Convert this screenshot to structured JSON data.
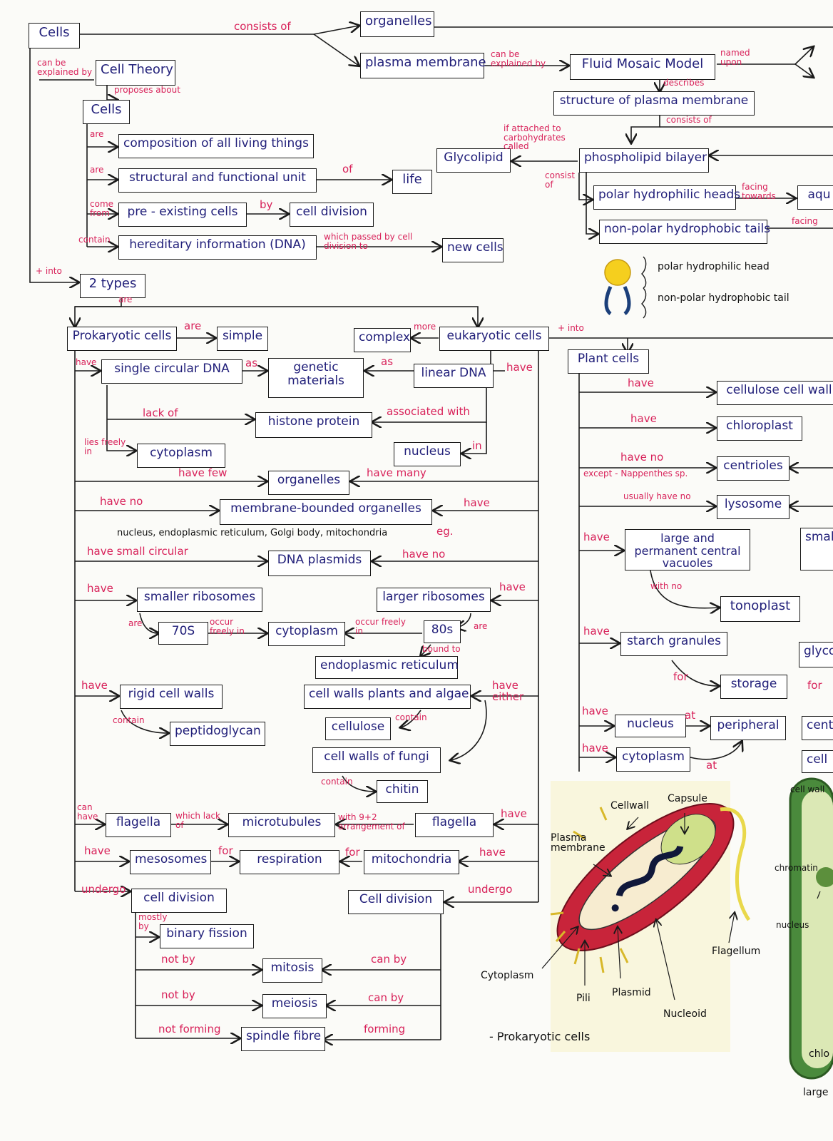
{
  "nodes": {
    "cells": "Cells",
    "organelles_top": "organelles",
    "plasma_membrane": "plasma membrane",
    "fluid_mosaic": "Fluid Mosaic Model",
    "structure_pm": "structure of plasma membrane",
    "cell_theory": "Cell Theory",
    "cells2": "Cells",
    "composition": "composition of all living things",
    "structural": "structural and functional unit",
    "life": "life",
    "preexisting": "pre - existing cells",
    "cell_division_top": "cell division",
    "hereditary": "hereditary information (DNA)",
    "new_cells": "new cells",
    "glycolipid": "Glycolipid",
    "phospholipid": "phospholipid bilayer",
    "polar_heads": "polar hydrophilic heads",
    "nonpolar_tails": "non-polar hydrophobic tails",
    "aqu": "aqu",
    "two_types": "2 types",
    "prokaryotic": "Prokaryotic cells",
    "simple": "simple",
    "complex": "complex",
    "eukaryotic": "eukaryotic cells",
    "single_dna": "single circular DNA",
    "genetic": "genetic materials",
    "linear_dna": "linear DNA",
    "histone": "histone protein",
    "cytoplasm1": "cytoplasm",
    "nucleus1": "nucleus",
    "organelles2": "organelles",
    "membrane_bounded": "membrane-bounded organelles",
    "dna_plasmids": "DNA plasmids",
    "smaller_ribo": "smaller ribosomes",
    "larger_ribo": "larger ribosomes",
    "s70": "70S",
    "cytoplasm2": "cytoplasm",
    "s80": "80s",
    "er": "endoplasmic reticulum",
    "rigid_walls": "rigid cell walls",
    "peptidoglycan": "peptidoglycan",
    "cw_plants": "cell walls plants and algae",
    "cellulose": "cellulose",
    "cw_fungi": "cell walls of fungi",
    "chitin": "chitin",
    "flagella1": "flagella",
    "microtubules": "microtubules",
    "flagella2": "flagella",
    "mesosomes": "mesosomes",
    "respiration": "respiration",
    "mitochondria": "mitochondria",
    "cell_div_p": "cell division",
    "cell_div_e": "Cell division",
    "binary": "binary fission",
    "mitosis": "mitosis",
    "meiosis": "meiosis",
    "spindle": "spindle fibre",
    "plant_cells": "Plant cells",
    "cellulose_wall": "cellulose cell wall",
    "chloroplast": "chloroplast",
    "centrioles": "centrioles",
    "lysosome": "lysosome",
    "vacuoles": "large and permanent central vacuoles",
    "tonoplast": "tonoplast",
    "starch": "starch granules",
    "storage": "storage",
    "nucleus2": "nucleus",
    "peripheral": "peripheral",
    "cytoplasm3": "cytoplasm",
    "cut_small": "smal",
    "cut_glyco": "glyco",
    "cut_centr": "centr",
    "cut_cell": "cell"
  },
  "labels": {
    "consists_of": "consists of",
    "can_be_explained_by": "can be explained by",
    "can_be_explained_by2": "can be explained by",
    "named_upon": "named upon",
    "describes": "describes",
    "consists_of2": "consists of",
    "proposes_about": "proposes about",
    "are1": "are",
    "are2": "are",
    "come_from": "come from",
    "contain": "contain",
    "of": "of",
    "by": "by",
    "which_passed": "which passed by cell division to",
    "if_attached": "if attached to carbohydrates called",
    "consist_of": "consist of",
    "facing_towards": "facing towards",
    "facing": "facing",
    "plus_into1": "+ into",
    "are3": "are",
    "are_simple": "are",
    "more": "more",
    "plus_into2": "+ into",
    "have1": "have",
    "as1": "as",
    "as2": "as",
    "have2": "have",
    "lack_of": "lack of",
    "associated_with": "associated with",
    "lies_freely_in": "lies freely in",
    "in": "in",
    "have_few": "have few",
    "have_many": "have many",
    "have_no": "have no",
    "have3": "have",
    "eg": "eg.",
    "have_small_circular": "have small circular",
    "have_no2": "have no",
    "have4": "have",
    "have5": "have",
    "are4": "are",
    "occur_freely_in": "occur freely in",
    "occur_freely_in2": "occur freely in",
    "are5": "are",
    "bound_to": "bound to",
    "have6": "have",
    "contain2": "contain",
    "have_either": "have either",
    "contain3": "contain",
    "contain4": "contain",
    "can_have": "can have",
    "which_lack_of": "which lack of",
    "with_92": "with 9+2 arrangement of",
    "have7": "have",
    "have8": "have",
    "for1": "for",
    "for2": "for",
    "have9": "have",
    "undergo1": "undergo",
    "undergo2": "undergo",
    "mostly_by": "mostly by",
    "not_by1": "not by",
    "can_by1": "can by",
    "not_by2": "not by",
    "can_by2": "can by",
    "not_forming": "not forming",
    "forming": "forming",
    "p_have1": "have",
    "p_have2": "have",
    "p_have_no": "have no",
    "p_except": "except - Nappenthes sp.",
    "p_usually": "usually have no",
    "p_have3": "have",
    "p_with_no": "with no",
    "p_have4": "have",
    "p_for": "for",
    "p_have5": "have",
    "p_at": "at",
    "p_have6": "have",
    "p_at2": "at",
    "p_for2": "for"
  },
  "notes": {
    "polar_head": "polar hydrophilic head",
    "nonpolar_tail": "non-polar hydrophobic tail",
    "organelles_list": "nucleus, endoplasmic reticulum, Golgi body, mitochondria"
  },
  "illustration": {
    "caption": "- Prokaryotic cells",
    "cellwall": "Cellwall",
    "capsule": "Capsule",
    "plasma_membrane": "Plasma membrane",
    "flagellum": "Flagellum",
    "cytoplasm": "Cytoplasm",
    "pili": "Pili",
    "plasmid": "Plasmid",
    "nucleoid": "Nucleoid",
    "r_cellwall": "cell wall",
    "r_chromatin": "chromatin",
    "r_nucleus": "nucleus",
    "r_chlo": "chlo",
    "r_large": "large"
  },
  "colors": {
    "node_text": "#22207a",
    "label_text": "#d8225a",
    "line": "#1a1a1a",
    "head_yellow": "#f5cf1e",
    "tail_blue": "#1b3f7a",
    "bact_red": "#c8243a",
    "bact_green": "#cfe08a",
    "plant_green": "#4a8a3c"
  }
}
